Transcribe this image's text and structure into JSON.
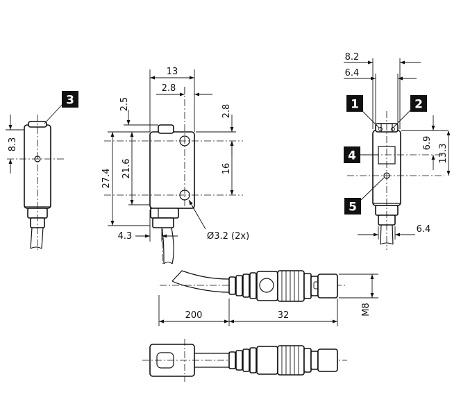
{
  "dimensions": {
    "d13": "13",
    "d2_8_top": "2.8",
    "d2_5": "2.5",
    "d2_8_right": "2.8",
    "d27_4": "27.4",
    "d21_6": "21.6",
    "d16": "16",
    "d4_3": "4.3",
    "hole": "Ø3.2 (2x)",
    "d8_3": "8.3",
    "d8_2": "8.2",
    "d6_4_top": "6.4",
    "d6_9": "6.9",
    "d13_3": "13.3",
    "d6_4_bottom": "6.4",
    "d200": "200",
    "d32": "32",
    "m8": "M8"
  },
  "callouts": [
    "1",
    "2",
    "3",
    "4",
    "5"
  ]
}
